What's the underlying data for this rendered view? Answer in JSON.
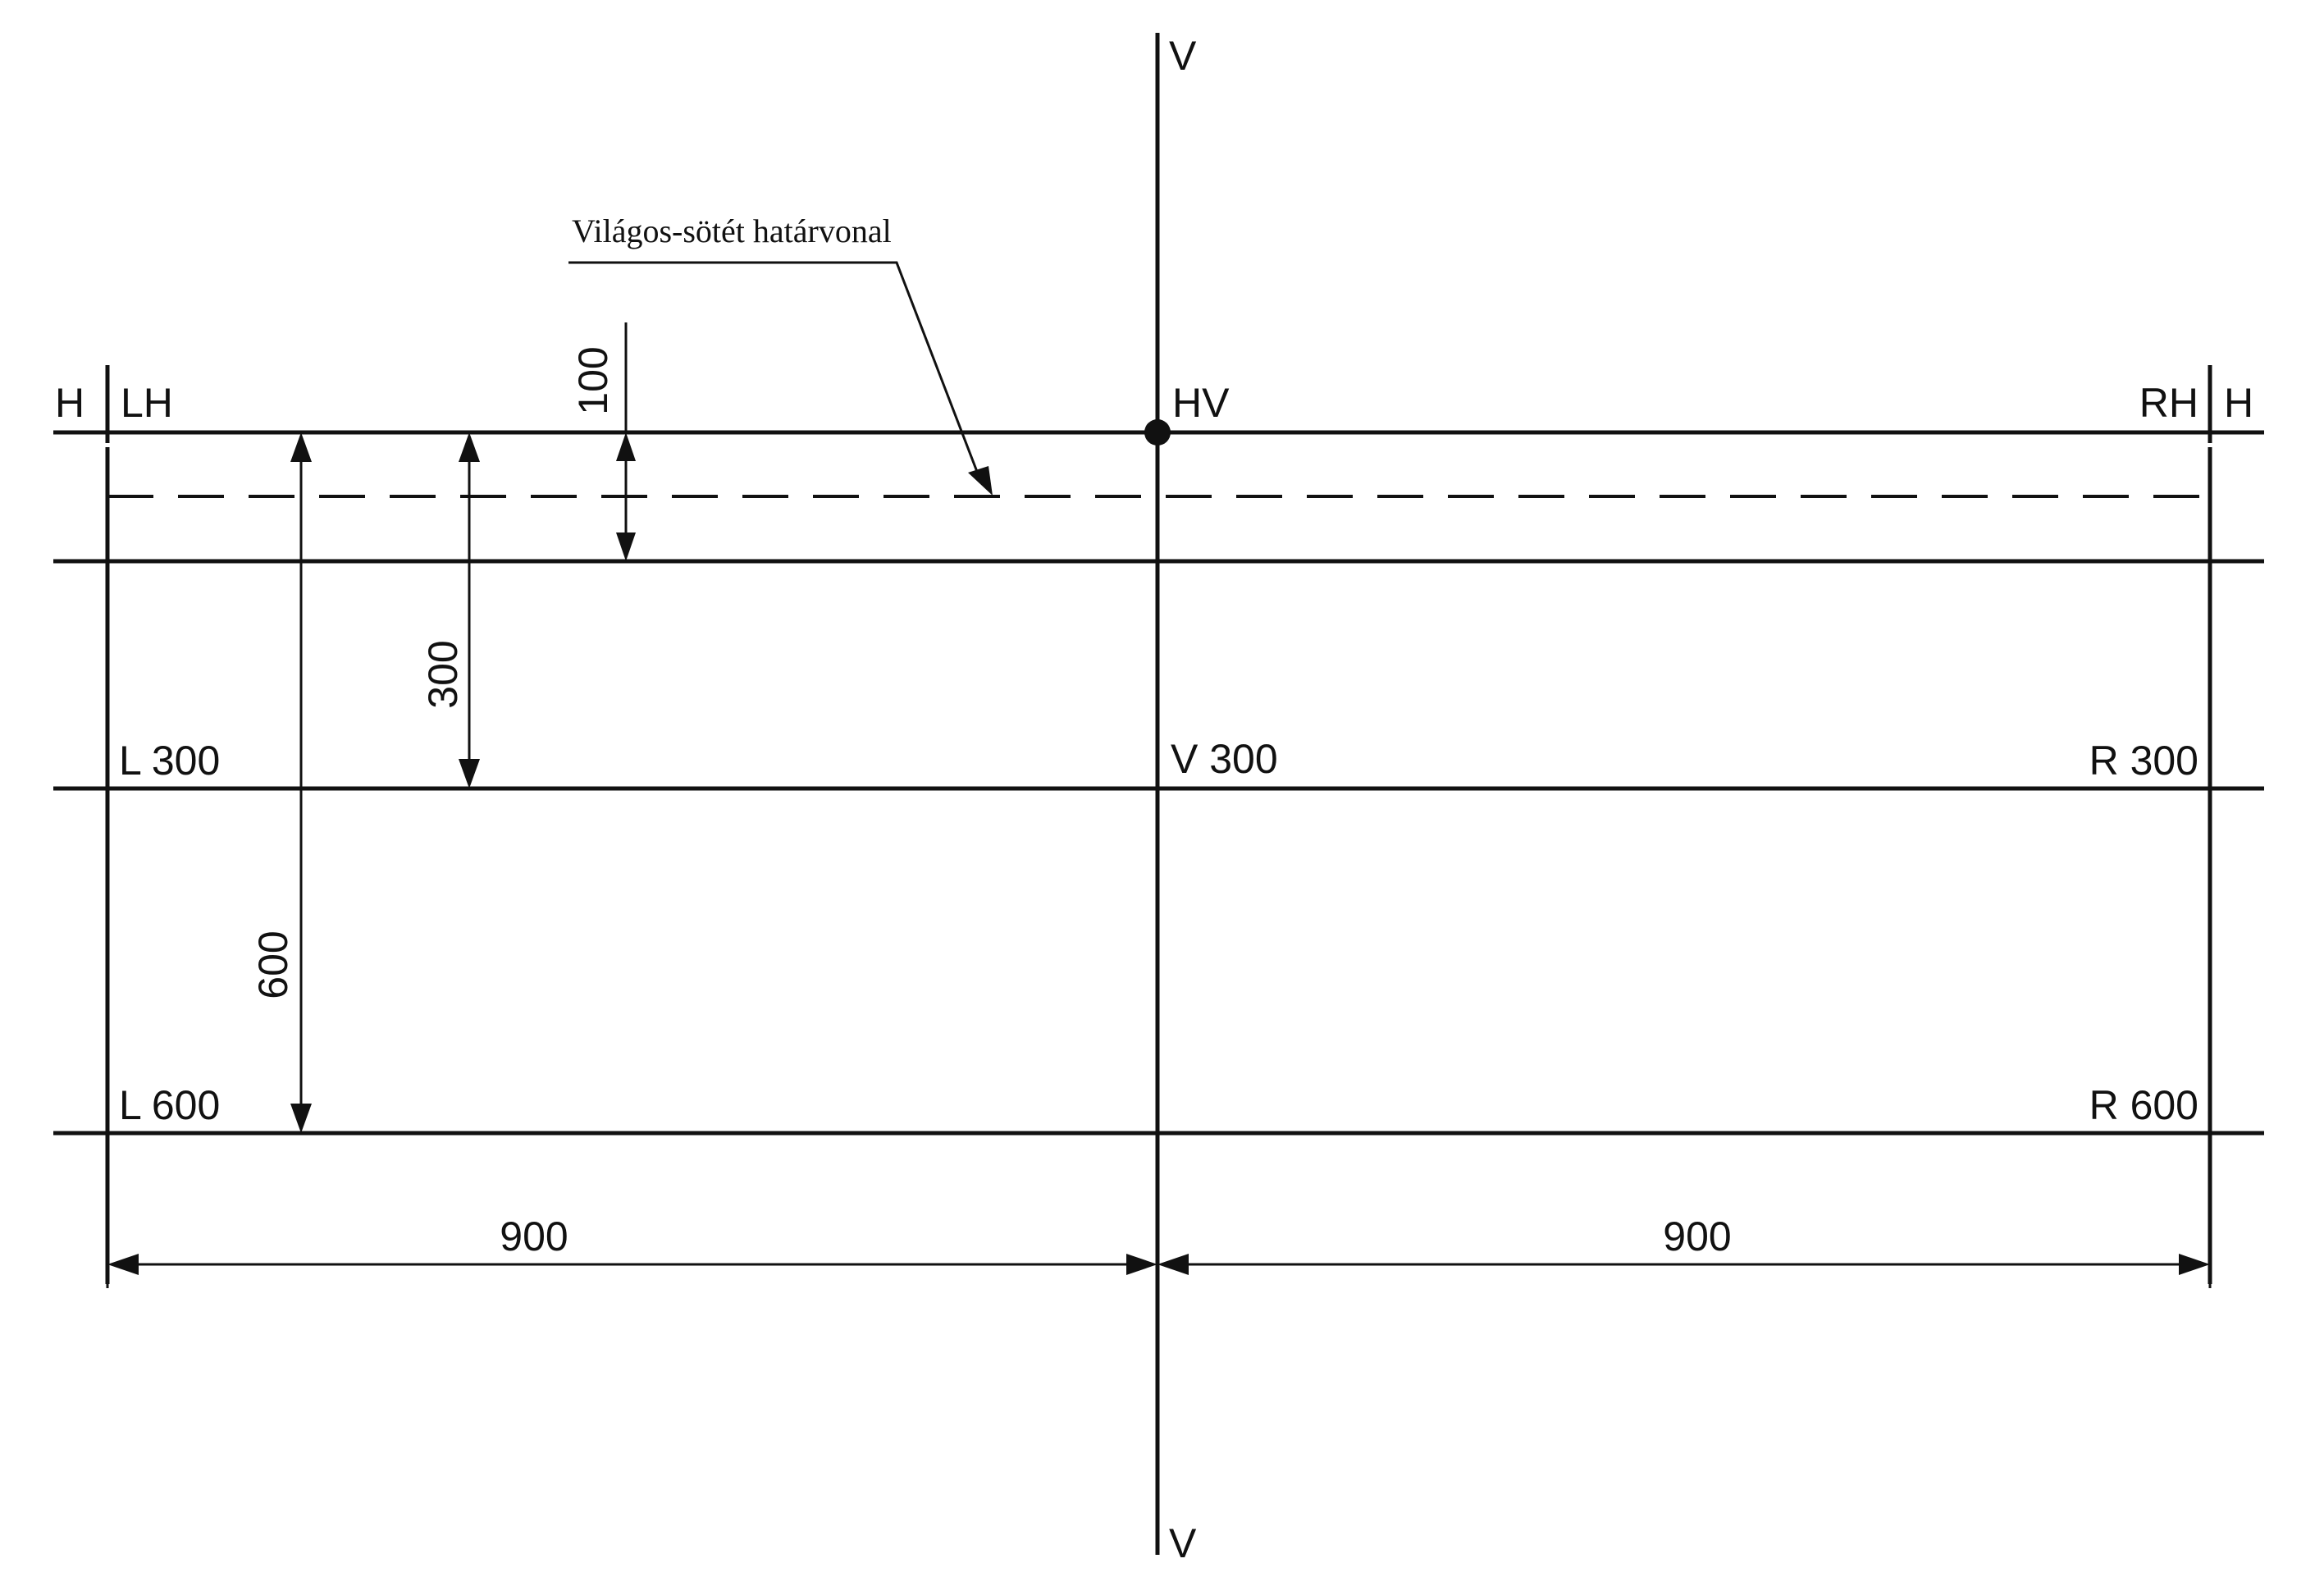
{
  "diagram": {
    "labels": {
      "v_top": "V",
      "v_bottom": "V",
      "h_left": "H",
      "lh": "LH",
      "hv": "HV",
      "rh": "RH",
      "h_right": "H",
      "l300": "L 300",
      "v300": "V 300",
      "r300": "R 300",
      "l600": "L 600",
      "r600": "R 600",
      "boundary": "Világos-sötét határvonal"
    },
    "dimensions": {
      "d100": "100",
      "d300": "300",
      "d600": "600",
      "d900_left": "900",
      "d900_right": "900"
    }
  },
  "colors": {
    "ink": "#111111",
    "background": "#ffffff"
  }
}
